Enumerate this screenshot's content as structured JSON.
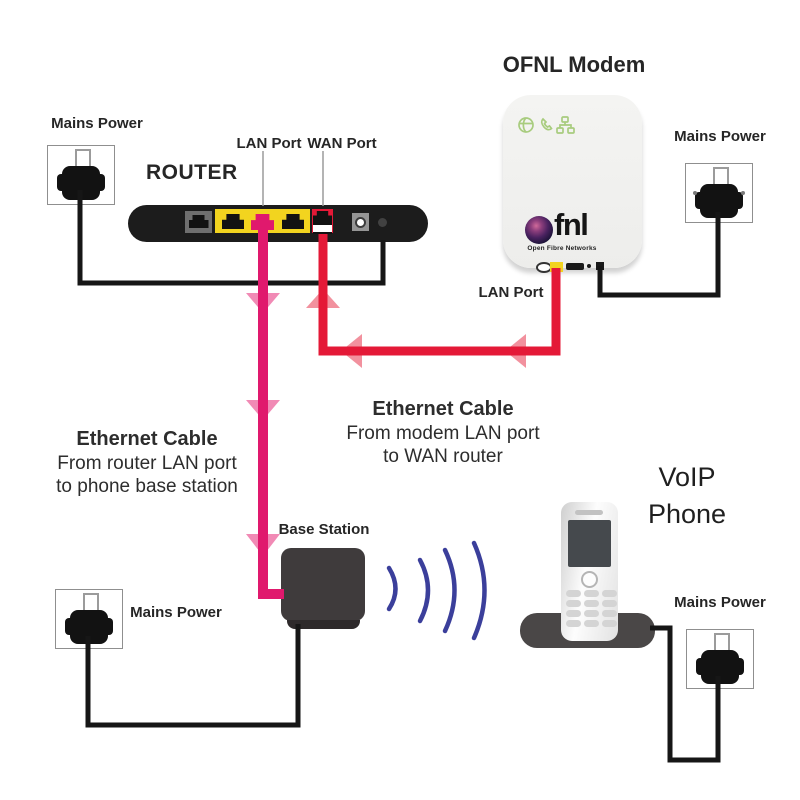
{
  "modem": {
    "title": "OFNL Modem",
    "lan_port_label": "LAN Port",
    "logo_text": "fnl",
    "logo_subtext": "Open Fibre Networks",
    "status_icons": [
      "globe-icon",
      "phone-icon",
      "network-icon"
    ]
  },
  "router": {
    "label": "ROUTER",
    "lan_port_label": "LAN Port",
    "wan_port_label": "WAN Port"
  },
  "base_station": {
    "label": "Base Station"
  },
  "voip_phone": {
    "line1": "VoIP",
    "line2": "Phone"
  },
  "mains": {
    "label": "Mains Power"
  },
  "notes": {
    "router_to_base": {
      "title": "Ethernet Cable",
      "line1": "From router LAN port",
      "line2": "to phone base station"
    },
    "modem_to_router": {
      "title": "Ethernet Cable",
      "line1": "From modem LAN port",
      "line2": "to WAN router"
    }
  },
  "colors": {
    "ethernet_pink": "#e0196d",
    "ethernet_red": "#e41937",
    "arrow_pink": "#f18ab5",
    "arrow_red": "#f2919e",
    "power_cable_black": "#161616",
    "port_yellow": "#f2d41f",
    "wifi_blue": "#3b3f9b",
    "modem_icon_green": "#a8cc7e"
  }
}
